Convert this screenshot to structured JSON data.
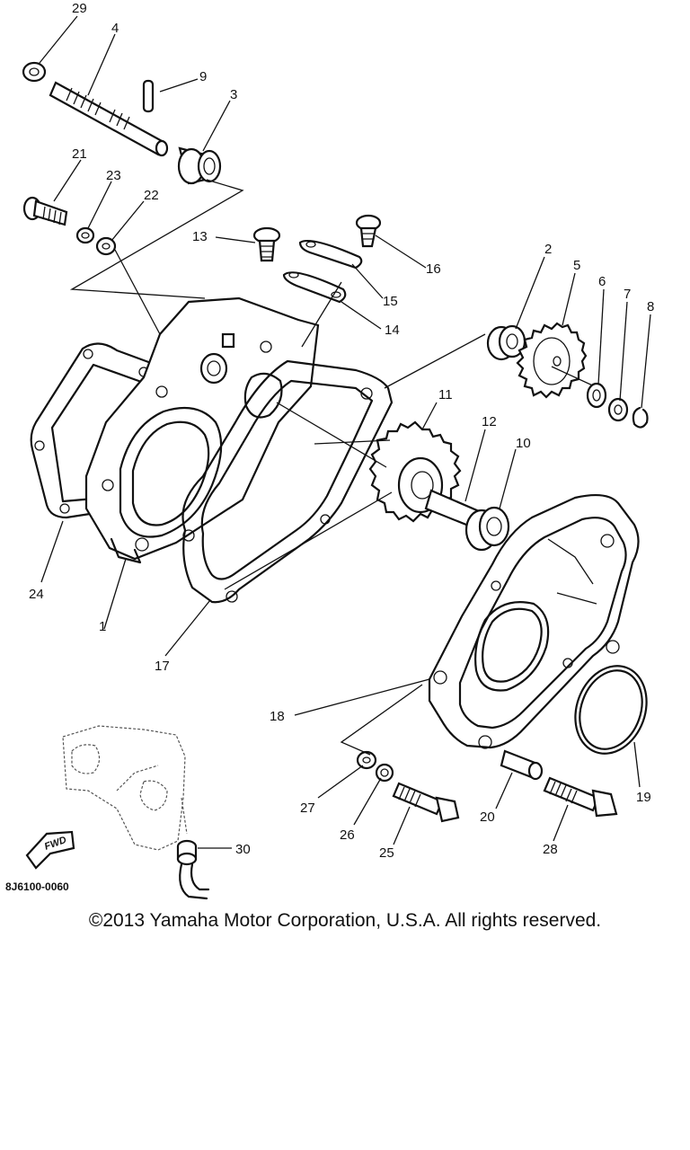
{
  "diagram": {
    "reference_code": "8J6100-0060",
    "copyright": "©2013 Yamaha Motor Corporation, U.S.A. All rights reserved.",
    "fwd_label": "FWD",
    "labels": {
      "p1": "1",
      "p2": "2",
      "p3": "3",
      "p4": "4",
      "p5": "5",
      "p6": "6",
      "p7": "7",
      "p8": "8",
      "p9": "9",
      "p10": "10",
      "p11": "11",
      "p12": "12",
      "p13": "13",
      "p14": "14",
      "p15": "15",
      "p16": "16",
      "p17": "17",
      "p18": "18",
      "p19": "19",
      "p20": "20",
      "p21": "21",
      "p22": "22",
      "p23": "23",
      "p24": "24",
      "p25": "25",
      "p26": "26",
      "p27": "27",
      "p28": "28",
      "p29": "29",
      "p30": "30"
    }
  }
}
